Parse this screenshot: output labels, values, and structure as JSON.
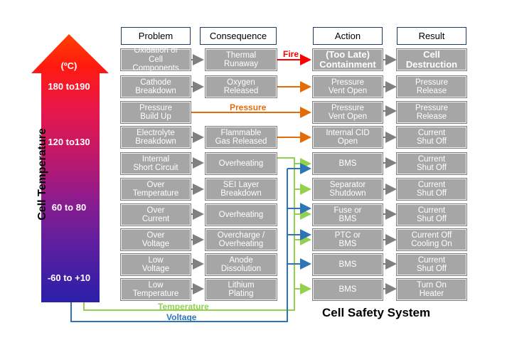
{
  "axis_title": "Cell Temperature",
  "temperature_arrow": {
    "unit": "(ºC)",
    "labels": [
      "180 to190",
      "120 to130",
      "60 to 80",
      "-60 to +10"
    ]
  },
  "headers": {
    "problem": "Problem",
    "consequence": "Consequence",
    "action": "Action",
    "result": "Result"
  },
  "rows": [
    {
      "problem": "Oxidation of\nCell\nComponents",
      "consequence": "Thermal\nRunaway",
      "action": "(Too Late)\nContainment",
      "result": "Cell\nDestruction"
    },
    {
      "problem": "Cathode\nBreakdown",
      "consequence": "Oxygen\nReleased",
      "action": "Pressure\nVent Open",
      "result": "Pressure\nRelease"
    },
    {
      "problem": "Pressure\nBuild Up",
      "consequence": "",
      "action": "Pressure\nVent Open",
      "result": "Pressure\nRelease"
    },
    {
      "problem": "Electrolyte\nBreakdown",
      "consequence": "Flammable\nGas Released",
      "action": "Internal CID\nOpen",
      "result": "Current\nShut Off"
    },
    {
      "problem": "Internal\nShort Circuit",
      "consequence": "Overheating",
      "action": "BMS",
      "result": "Current\nShut Off"
    },
    {
      "problem": "Over\nTemperature",
      "consequence": "SEI Layer\nBreakdown",
      "action": "Separator\nShutdown",
      "result": "Current\nShut Off"
    },
    {
      "problem": "Over\nCurrent",
      "consequence": "Overheating",
      "action": "Fuse or\nBMS",
      "result": "Current\nShut Off"
    },
    {
      "problem": "Over\nVoltage",
      "consequence": "Overcharge /\nOverheating",
      "action": "PTC or\nBMS",
      "result": "Current Off\nCooling On"
    },
    {
      "problem": "Low\nVoltage",
      "consequence": "Anode\nDissolution",
      "action": "BMS",
      "result": "Current\nShut Off"
    },
    {
      "problem": "Low\nTemperature",
      "consequence": "Lithium\nPlating",
      "action": "BMS",
      "result": "Turn On\nHeater"
    }
  ],
  "connector_labels": {
    "fire": "Fire",
    "pressure": "Pressure",
    "temperature": "Temperature",
    "voltage": "Voltage"
  },
  "footer_title": "Cell Safety System",
  "colors": {
    "box_fill": "#a6a6a6",
    "header_border": "#1f3864",
    "fire": "#ff0000",
    "pressure": "#e36c09",
    "temperature": "#92d050",
    "voltage": "#2e75b6",
    "gray_arrow": "#808080"
  }
}
